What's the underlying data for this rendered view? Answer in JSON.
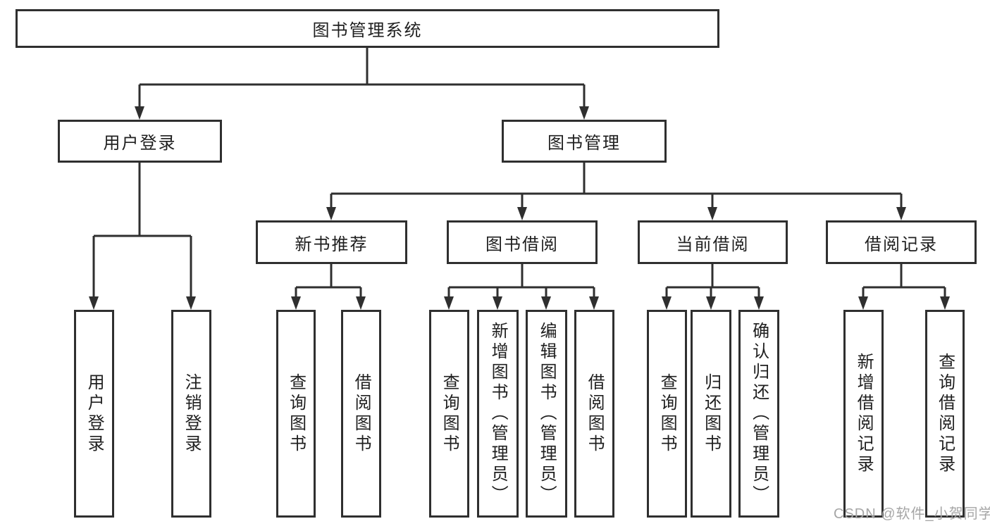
{
  "colors": {
    "line": "#2f2f2f",
    "text": "#1f1f1f",
    "box-bg": "#ffffff",
    "page-bg": "#ffffff",
    "watermark": "#a6a6a6"
  },
  "tree": {
    "label": "图书管理系统",
    "children": [
      {
        "label": "用户登录",
        "children": [
          {
            "label": "用户登录"
          },
          {
            "label": "注销登录"
          }
        ]
      },
      {
        "label": "图书管理",
        "children": [
          {
            "label": "新书推荐",
            "children": [
              {
                "label": "查询图书"
              },
              {
                "label": "借阅图书"
              }
            ]
          },
          {
            "label": "图书借阅",
            "children": [
              {
                "label": "查询图书"
              },
              {
                "label": "新增图书（管理员）"
              },
              {
                "label": "编辑图书（管理员）"
              },
              {
                "label": "借阅图书"
              }
            ]
          },
          {
            "label": "当前借阅",
            "children": [
              {
                "label": "查询图书"
              },
              {
                "label": "归还图书"
              },
              {
                "label": "确认归还（管理员）"
              }
            ]
          },
          {
            "label": "借阅记录",
            "children": [
              {
                "label": "新增借阅记录"
              },
              {
                "label": "查询借阅记录"
              }
            ]
          }
        ]
      }
    ]
  },
  "watermark": {
    "text": "CSDN @软件_小贺同学"
  }
}
